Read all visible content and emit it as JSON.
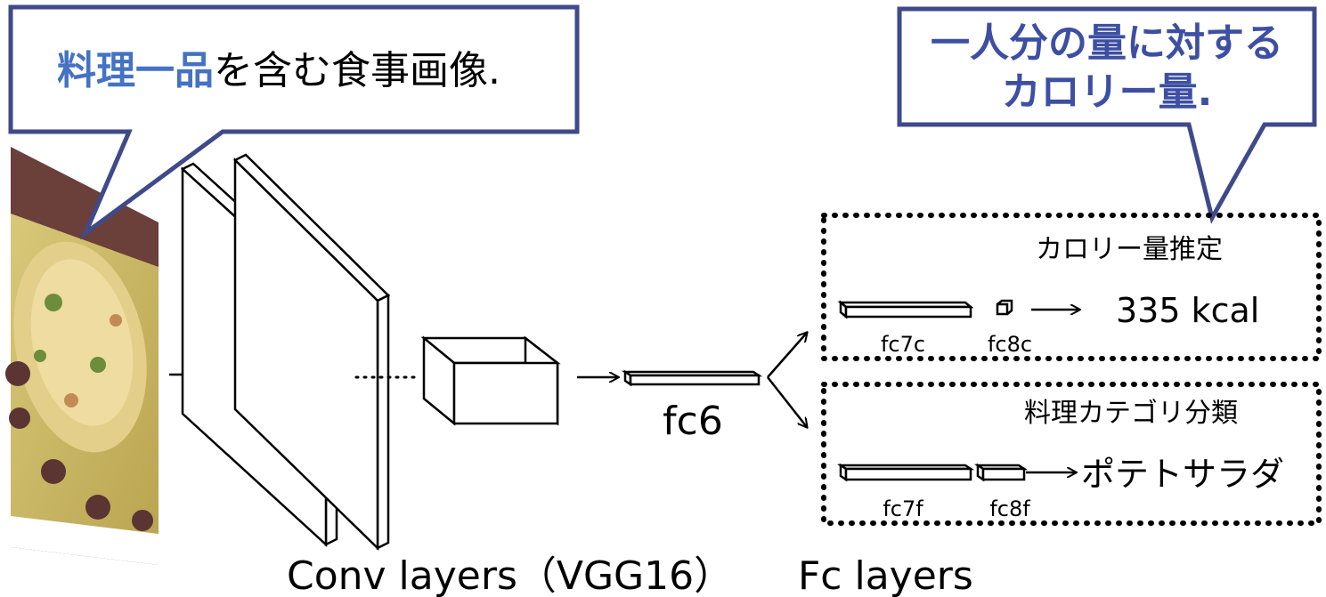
{
  "callout_input": {
    "highlight": "料理一品",
    "rest": "を含む食事画像."
  },
  "callout_output": {
    "line1": "一人分の量に対する",
    "line2": "カロリー量."
  },
  "labels": {
    "fc6": "fc6",
    "conv_layers": "Conv layers（VGG16）",
    "fc_layers": "Fc layers"
  },
  "calorie_branch": {
    "title": "カロリー量推定",
    "fc7": "fc7c",
    "fc8": "fc8c",
    "output": "335 kcal"
  },
  "category_branch": {
    "title": "料理カテゴリ分類",
    "fc7": "fc7f",
    "fc8": "fc8f",
    "output": "ポテトサラダ"
  },
  "colors": {
    "callout_border": "#3f4a8a",
    "highlight_text": "#4472c4",
    "output_callout_text": "#3d4fa3",
    "line": "#000000"
  }
}
